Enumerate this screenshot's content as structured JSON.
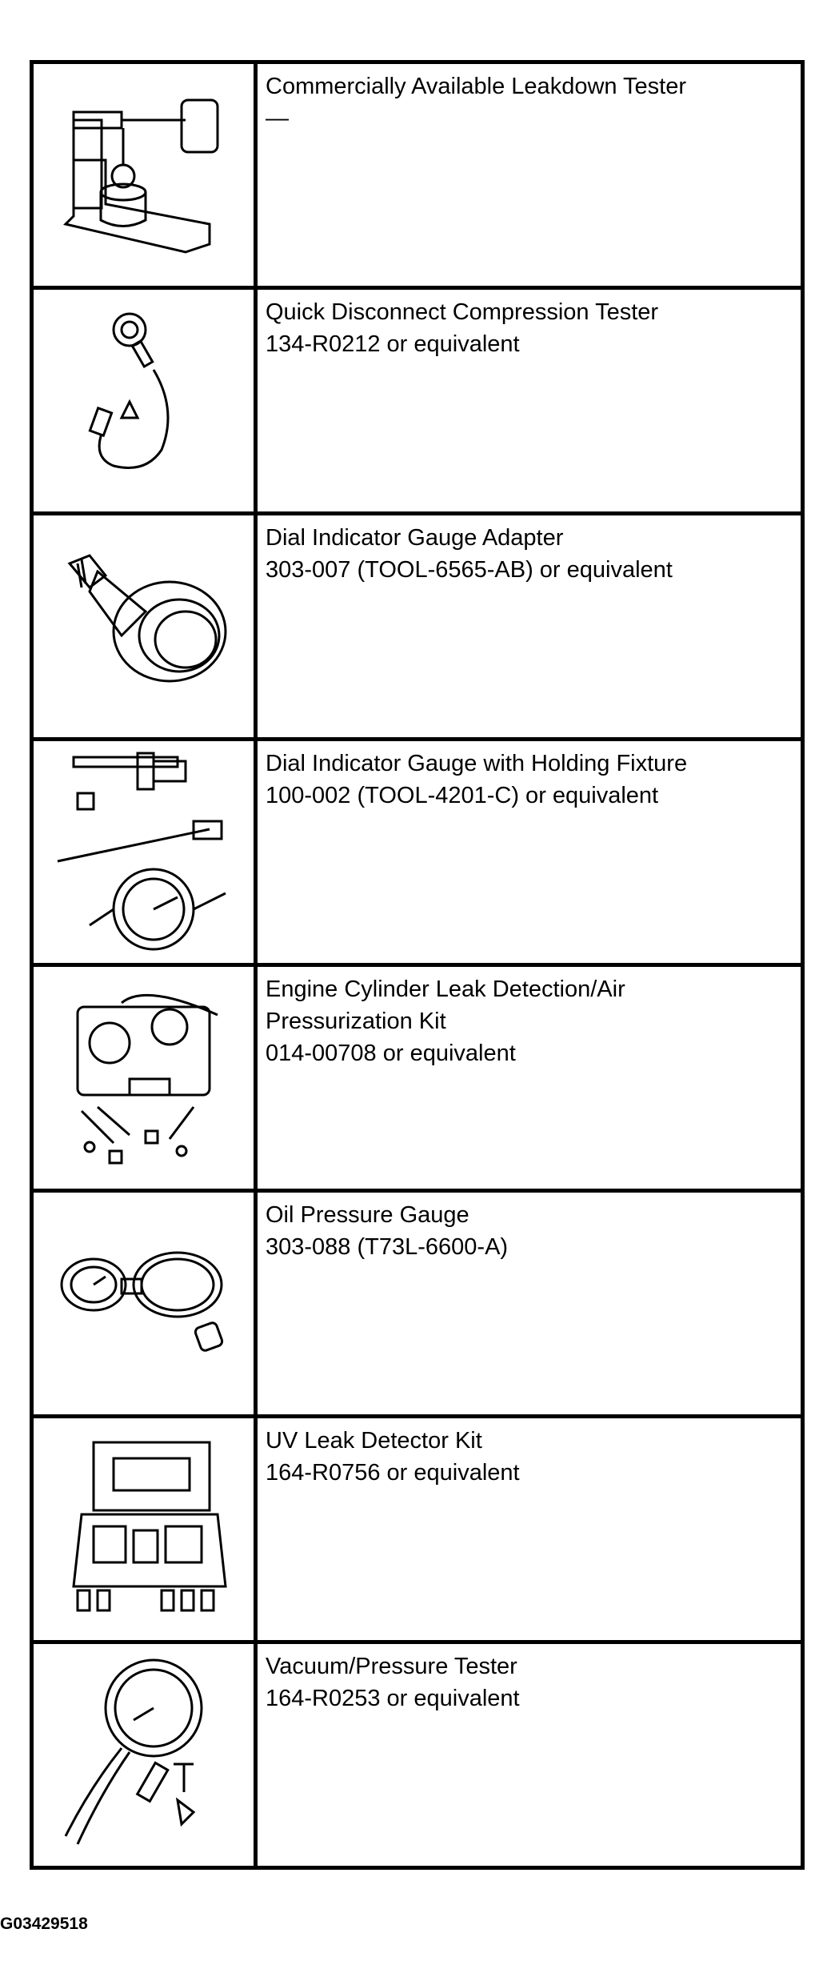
{
  "tools": [
    {
      "name": "Commercially Available Leakdown Tester",
      "number": "—",
      "icon": "leakdown-tester-icon"
    },
    {
      "name": "Quick Disconnect Compression Tester",
      "number": "134-R0212 or equivalent",
      "icon": "compression-tester-icon"
    },
    {
      "name": "Dial Indicator Gauge Adapter",
      "number": "303-007 (TOOL-6565-AB) or equivalent",
      "icon": "gauge-adapter-icon"
    },
    {
      "name": "Dial Indicator Gauge with Holding Fixture",
      "number": "100-002 (TOOL-4201-C) or equivalent",
      "icon": "dial-indicator-icon"
    },
    {
      "name": "Engine Cylinder Leak Detection/Air\nPressurization Kit",
      "number": "014-00708 or equivalent",
      "icon": "leak-detection-kit-icon"
    },
    {
      "name": "Oil Pressure Gauge",
      "number": "303-088 (T73L-6600-A)",
      "icon": "oil-pressure-gauge-icon"
    },
    {
      "name": "UV Leak Detector Kit",
      "number": "164-R0756 or equivalent",
      "icon": "uv-leak-detector-icon"
    },
    {
      "name": "Vacuum/Pressure Tester",
      "number": "164-R0253 or equivalent",
      "icon": "vacuum-pressure-tester-icon"
    }
  ],
  "figure_id": "G03429518"
}
